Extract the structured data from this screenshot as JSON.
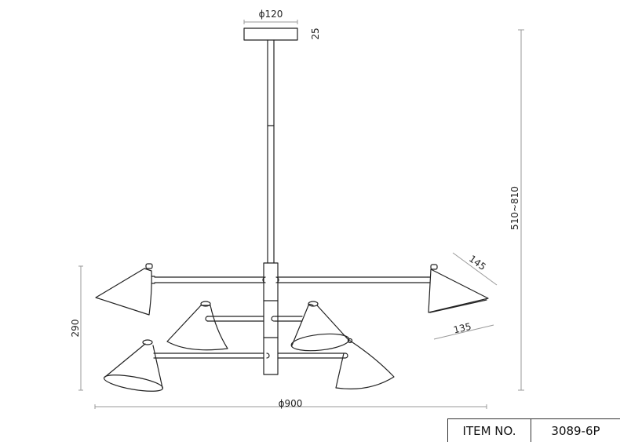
{
  "diagram": {
    "type": "technical-drawing",
    "subject": "6-light pendant chandelier, front elevation",
    "dimensions": {
      "canopy_diameter": "ϕ120",
      "canopy_height": "25",
      "overall_height": "510~810",
      "shade_length": "145",
      "shade_opening": "135",
      "body_height": "290",
      "overall_width": "ϕ900"
    },
    "colors": {
      "line": "#222222",
      "dim_line": "#aaaaaa",
      "background": "#ffffff"
    }
  },
  "title_block": {
    "label": "ITEM NO.",
    "value": "3089-6P"
  }
}
